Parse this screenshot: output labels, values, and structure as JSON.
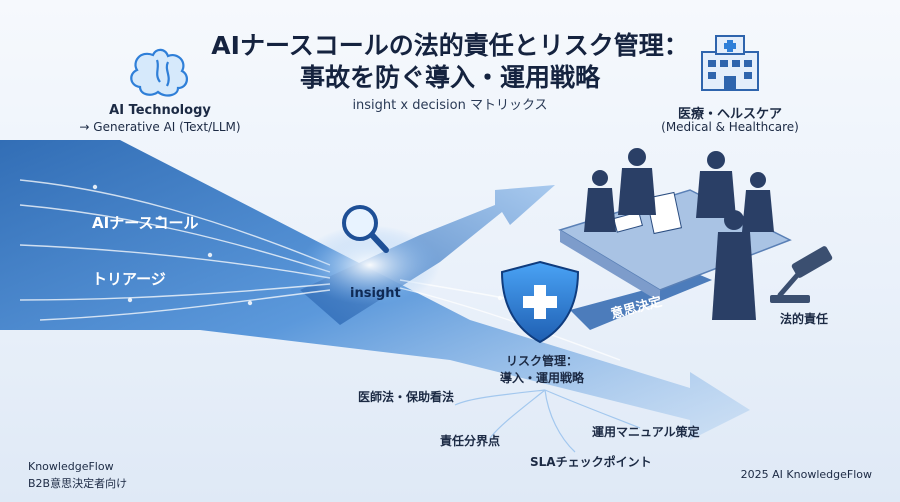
{
  "title_line1": "AIナースコールの法的責任とリスク管理：",
  "title_line2": "事故を防ぐ導入・運用戦略",
  "subtitle": "insight x decision マトリックス",
  "ai_heading": "AI Technology",
  "ai_sub": "→ Generative AI (Text/LLM)",
  "medical_heading": "医療・ヘルスケア",
  "medical_sub": "(Medical & Healthcare)",
  "left_label1": "AIナースコール",
  "left_label2": "トリアージ",
  "insight_label": "insight",
  "decision_label": "意思決定",
  "legal_label": "法的責任",
  "risk_line1": "リスク管理：",
  "risk_line2": "導入・運用戦略",
  "branches": [
    "医師法・保助看法",
    "責任分界点",
    "SLAチェックポイント",
    "運用マニュアル策定"
  ],
  "footer_left1": "KnowledgeFlow",
  "footer_left2": "B2B意思決定者向け",
  "footer_right": "2025 AI KnowledgeFlow",
  "icons": [
    "brain-icon",
    "hospital-icon",
    "magnifier-icon",
    "shield-cross-icon",
    "gavel-icon",
    "people-meeting-icon"
  ],
  "colors": {
    "accent": "#2f7fd8",
    "dark": "#15233f",
    "band": "#3b6fb4"
  }
}
